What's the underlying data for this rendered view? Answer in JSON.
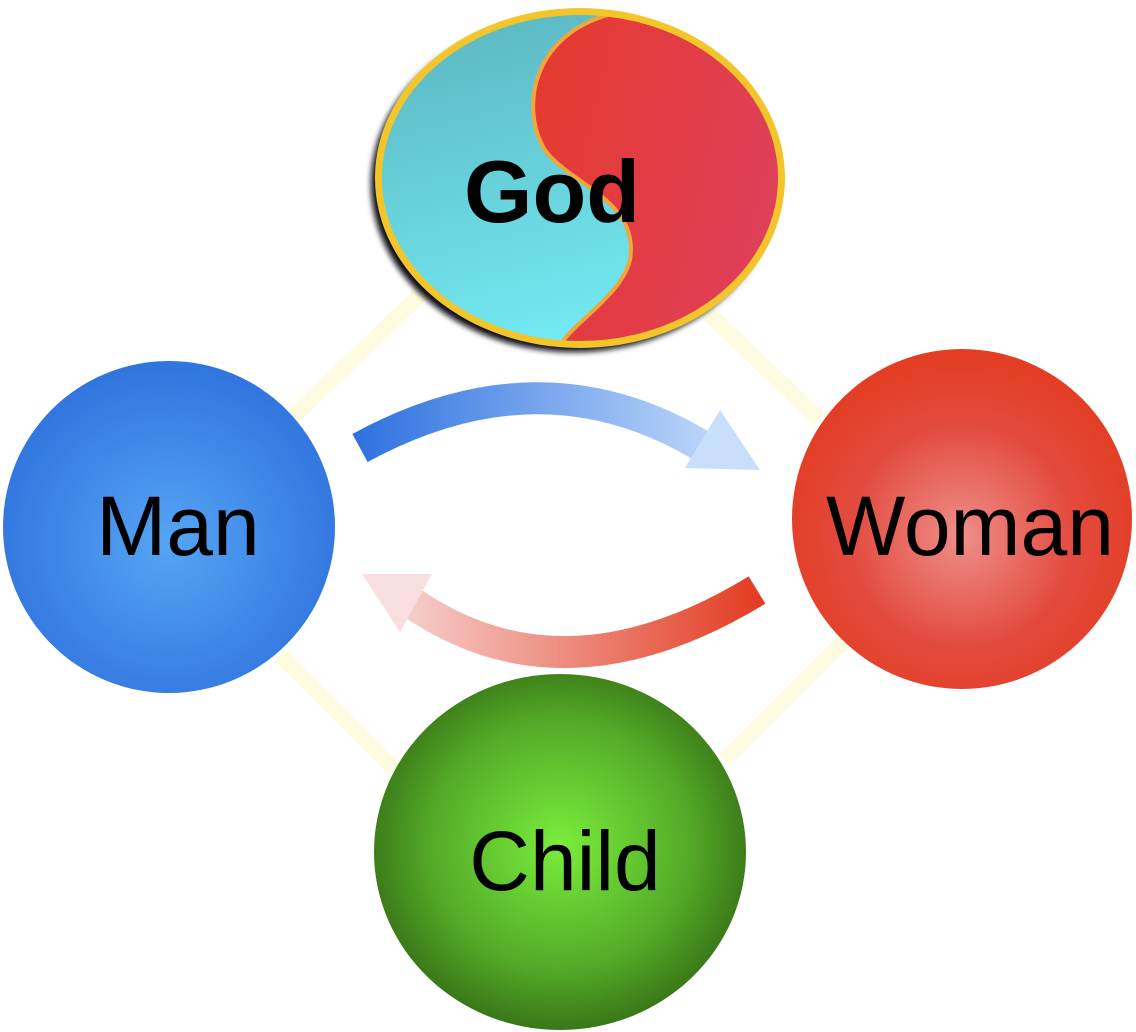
{
  "diagram": {
    "nodes": {
      "god": {
        "label": "God",
        "colors": {
          "left": "#5fc8d0",
          "right": "#e33b33",
          "border": "#f2c62a"
        }
      },
      "man": {
        "label": "Man",
        "color": "#3a7ee0"
      },
      "woman": {
        "label": "Woman",
        "color": "#e33d25"
      },
      "child": {
        "label": "Child",
        "color": "#4f9a20"
      }
    },
    "edges": [
      {
        "from": "God",
        "to": "Man",
        "style": "pale-yellow-line"
      },
      {
        "from": "God",
        "to": "Woman",
        "style": "pale-yellow-line"
      },
      {
        "from": "Man",
        "to": "Child",
        "style": "pale-yellow-line"
      },
      {
        "from": "Woman",
        "to": "Child",
        "style": "pale-yellow-line"
      },
      {
        "from": "Man",
        "to": "Woman",
        "style": "blue-curved-arrow"
      },
      {
        "from": "Woman",
        "to": "Man",
        "style": "red-curved-arrow"
      }
    ],
    "line_color": "#fdfbe0",
    "arrow_colors": {
      "blue_start": "#3277e0",
      "blue_end": "#c6defb",
      "red_start": "#e33d25",
      "red_end": "#f7dada"
    }
  }
}
